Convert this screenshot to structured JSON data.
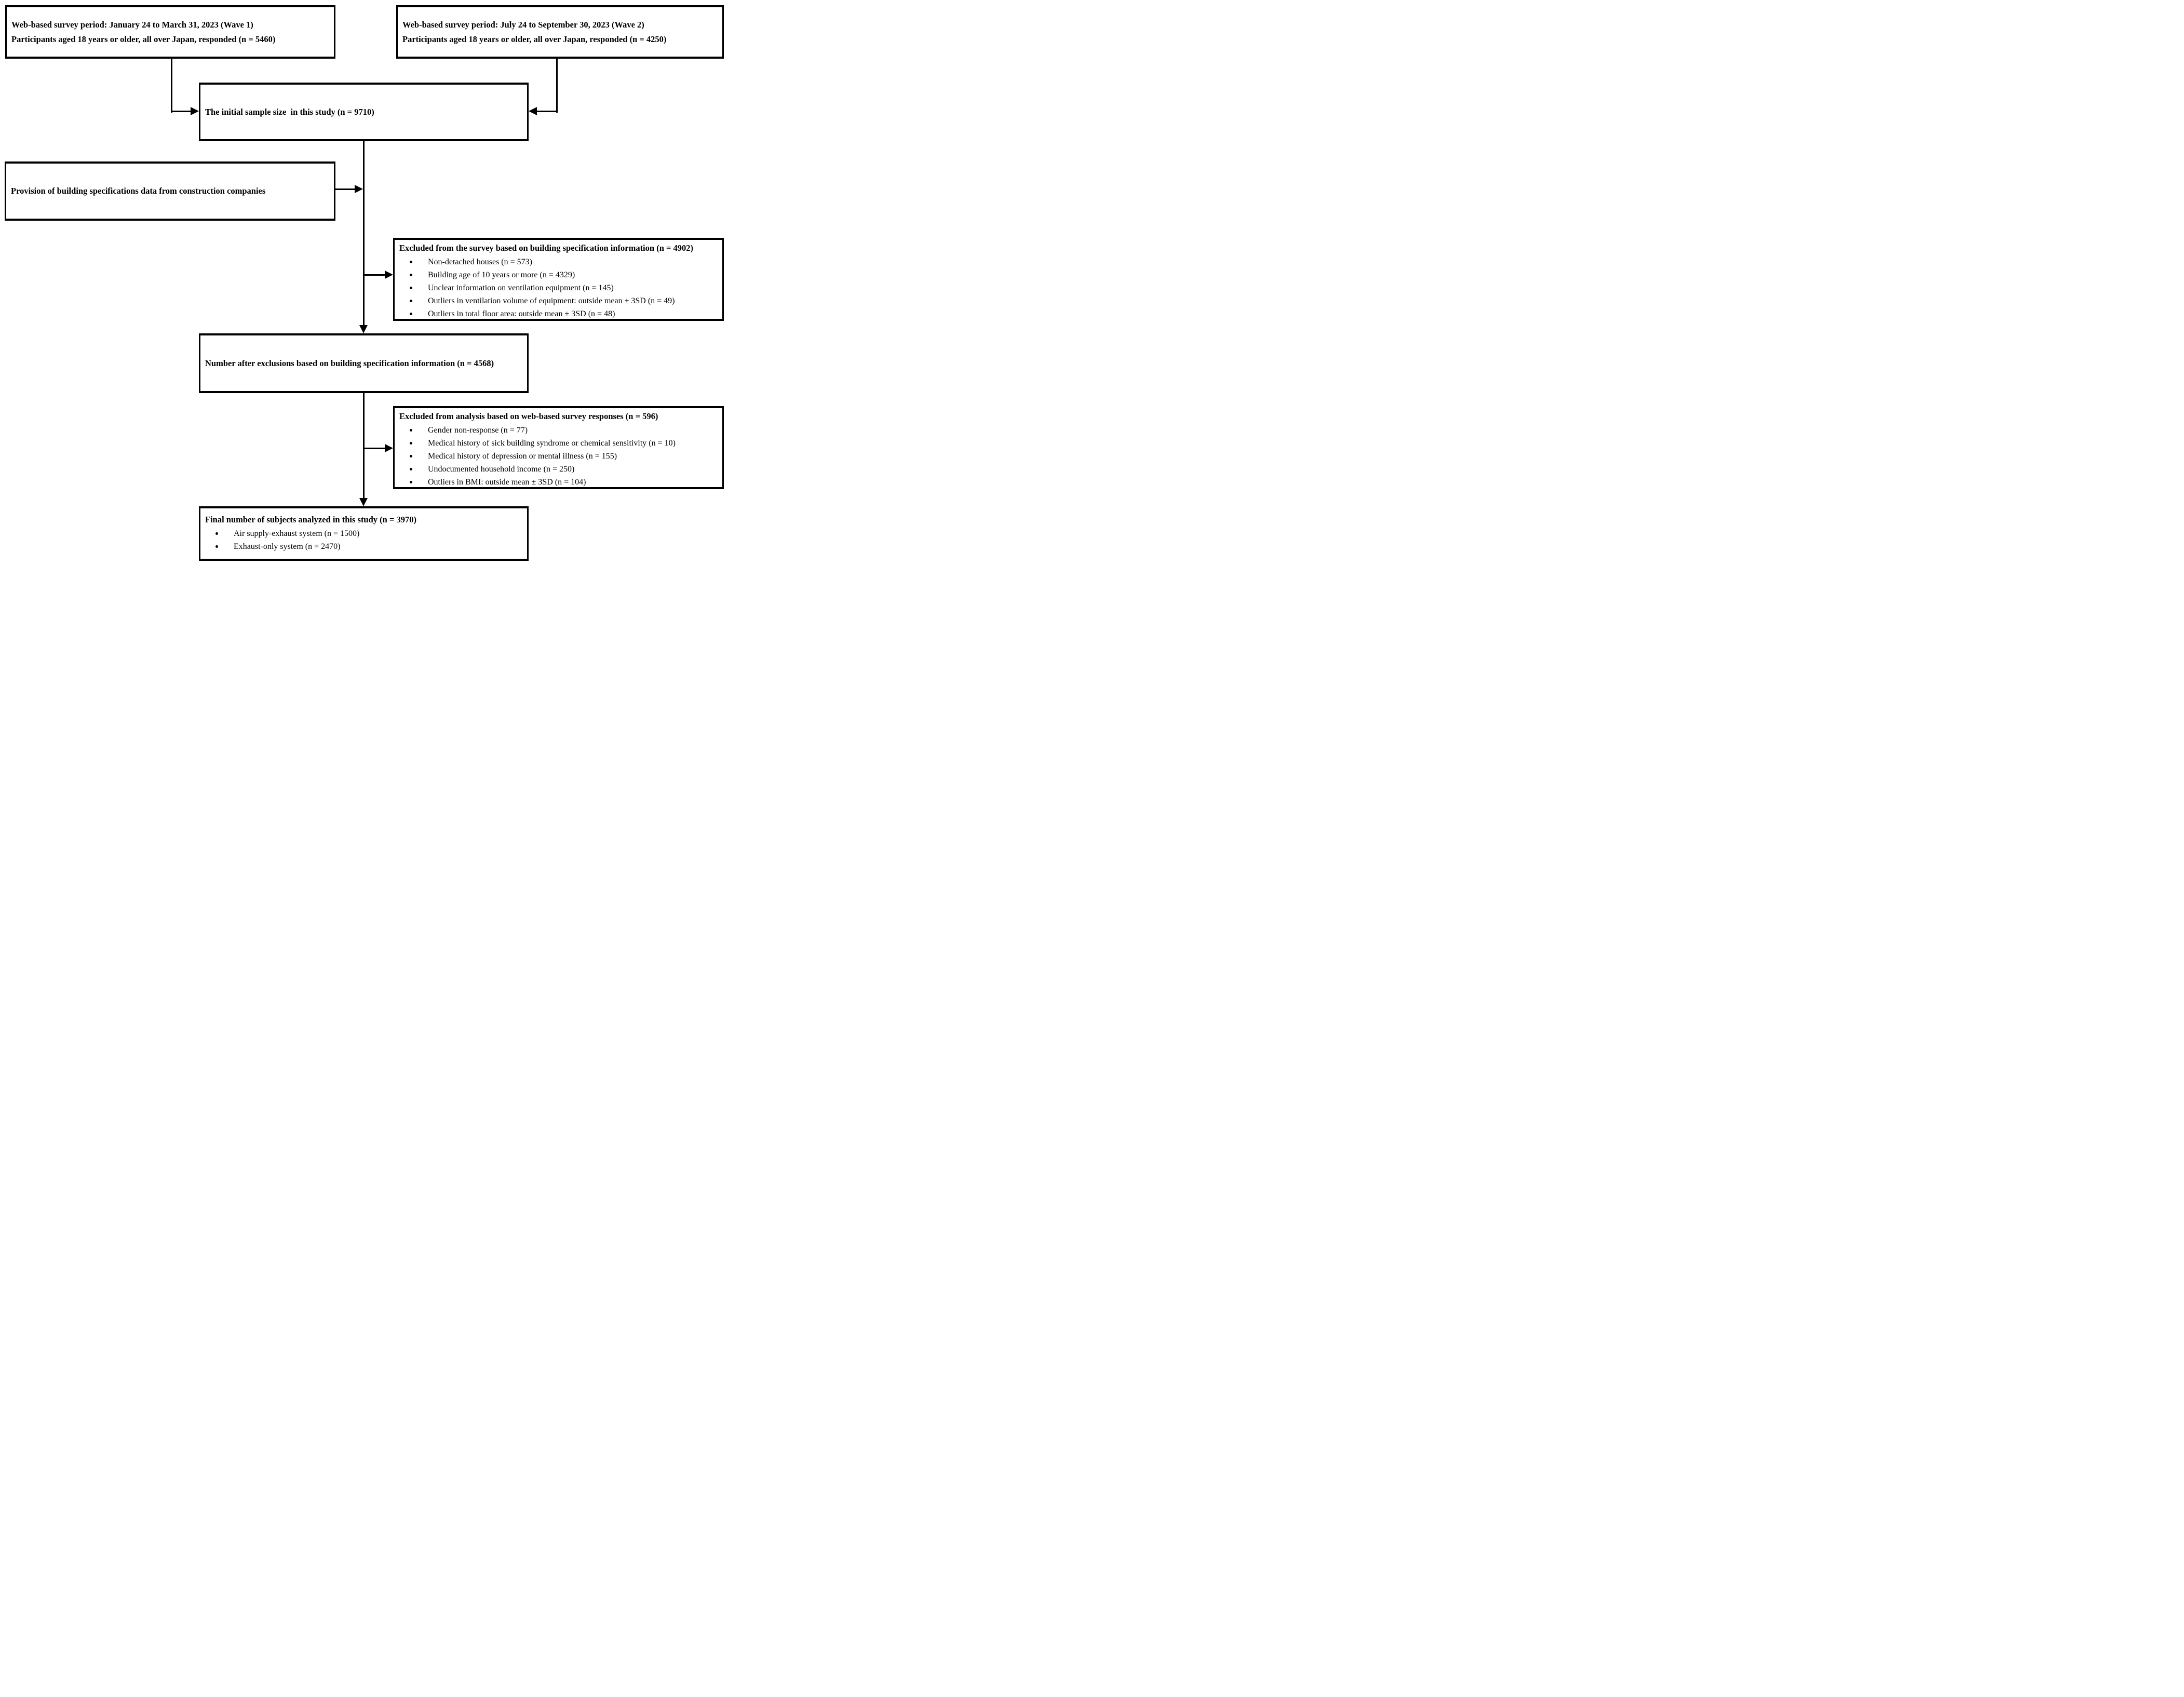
{
  "diagram": {
    "type": "flowchart",
    "colors": {
      "ink": "#000000",
      "background": "#ffffff"
    },
    "boxes": {
      "wave1": {
        "line1": "Web-based survey period: January 24 to March 31, 2023 (Wave 1)",
        "line2": "Participants aged 18 years or older, all over Japan, responded (n = 5460)"
      },
      "wave2": {
        "line1": "Web-based survey period: July 24 to September 30, 2023 (Wave 2)",
        "line2": "Participants aged 18 years or older, all over Japan, responded (n = 4250)"
      },
      "initial": {
        "text": "The initial sample size  in this study (n = 9710)"
      },
      "provision": {
        "text": "Provision of building specifications data from construction companies"
      },
      "excl1": {
        "title": "Excluded from the survey based on building specification information (n = 4902)",
        "items": [
          "Non-detached houses (n = 573)",
          "Building age of 10 years or more (n = 4329)",
          "Unclear information on ventilation equipment (n = 145)",
          "Outliers in ventilation volume of equipment: outside mean ± 3SD (n = 49)",
          "Outliers in total floor area: outside mean ± 3SD (n = 48)"
        ]
      },
      "number": {
        "text": "Number after exclusions based on building specification information (n = 4568)"
      },
      "excl2": {
        "title": "Excluded from analysis based on web-based survey responses (n = 596)",
        "items": [
          "Gender non-response (n = 77)",
          "Medical history of sick building syndrome or chemical sensitivity (n = 10)",
          "Medical history of depression or mental illness (n = 155)",
          "Undocumented household income (n = 250)",
          "Outliers in BMI: outside mean ± 3SD (n = 104)"
        ]
      },
      "final": {
        "title": "Final number of subjects analyzed in this study (n = 3970)",
        "items": [
          "Air supply-exhaust system (n = 1500)",
          "Exhaust-only system (n = 2470)"
        ]
      }
    }
  }
}
